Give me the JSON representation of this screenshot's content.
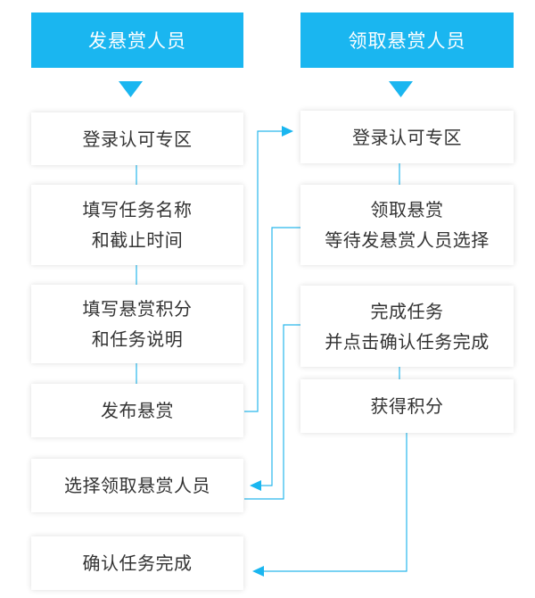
{
  "colors": {
    "header_bg": "#1ab6f0",
    "arrow": "#1ab6f0",
    "line": "#29b8ec",
    "text": "#333333"
  },
  "left": {
    "header": "发悬赏人员",
    "steps": [
      {
        "lines": [
          "登录认可专区"
        ]
      },
      {
        "lines": [
          "填写任务名称",
          "和截止时间"
        ]
      },
      {
        "lines": [
          "填写悬赏积分",
          "和任务说明"
        ]
      },
      {
        "lines": [
          "发布悬赏"
        ]
      },
      {
        "lines": [
          "选择领取悬赏人员"
        ]
      },
      {
        "lines": [
          "确认任务完成"
        ]
      }
    ]
  },
  "right": {
    "header": "领取悬赏人员",
    "steps": [
      {
        "lines": [
          "登录认可专区"
        ]
      },
      {
        "lines": [
          "领取悬赏",
          "等待发悬赏人员选择"
        ]
      },
      {
        "lines": [
          "完成任务",
          "并点击确认任务完成"
        ]
      },
      {
        "lines": [
          "获得积分"
        ]
      }
    ]
  }
}
